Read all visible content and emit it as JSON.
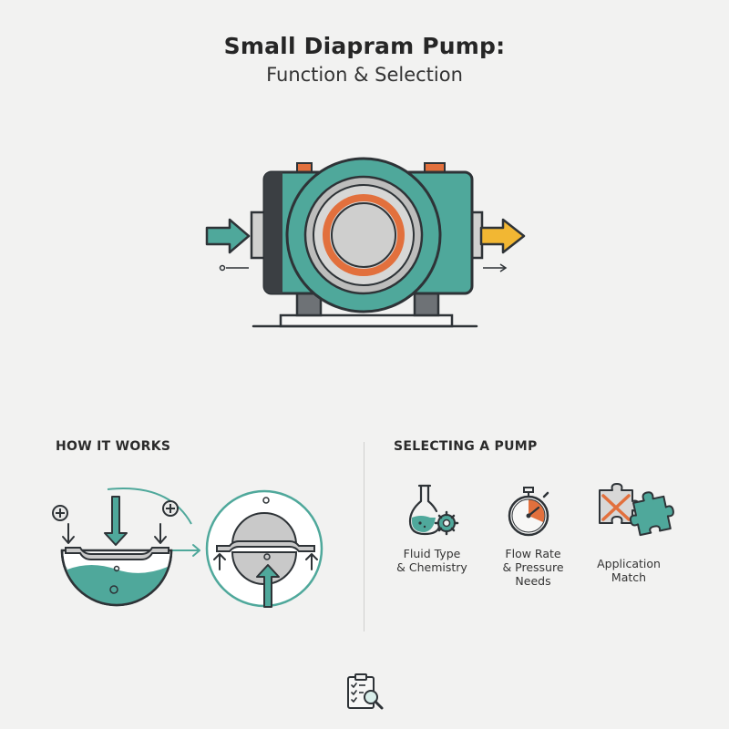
{
  "header": {
    "title": "Small Diapram Pump:",
    "subtitle": "Function & Selection"
  },
  "how_it_works": {
    "heading": "HOW IT WORKS"
  },
  "selecting": {
    "heading": "SELECTING A PUMP",
    "criteria": [
      {
        "line1": "Fluid Type",
        "line2": "& Chemistry",
        "icon": "flask-gear-icon"
      },
      {
        "line1": "Flow Rate",
        "line2": "& Pressure",
        "line3": "Needs",
        "icon": "stopwatch-icon"
      },
      {
        "line1": "Application",
        "line2": "Match",
        "icon": "puzzle-icon"
      }
    ]
  },
  "colors": {
    "teal": "#4fa89b",
    "dark": "#2e3337",
    "orange": "#e2703d",
    "yellow": "#f2b733",
    "grey": "#c9c9c9",
    "background": "#f2f2f1"
  }
}
